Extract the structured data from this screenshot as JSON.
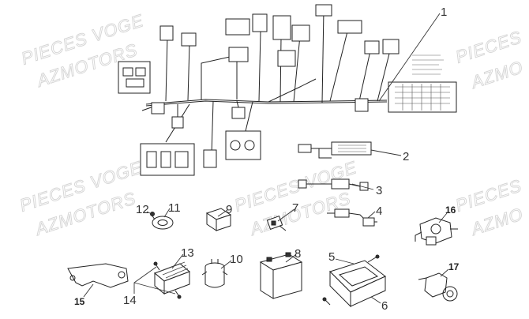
{
  "watermark": {
    "line1": "PIECES VOGE",
    "line2": "AZMOTORS",
    "line2_alt": "AZMO",
    "line1_alt": "PIECES"
  },
  "callouts": [
    {
      "id": "1",
      "bold": false
    },
    {
      "id": "2",
      "bold": false
    },
    {
      "id": "3",
      "bold": false
    },
    {
      "id": "4",
      "bold": false
    },
    {
      "id": "5",
      "bold": false
    },
    {
      "id": "6",
      "bold": false
    },
    {
      "id": "7",
      "bold": false
    },
    {
      "id": "8",
      "bold": false
    },
    {
      "id": "9",
      "bold": false
    },
    {
      "id": "10",
      "bold": false
    },
    {
      "id": "11",
      "bold": false
    },
    {
      "id": "12",
      "bold": false
    },
    {
      "id": "13",
      "bold": false
    },
    {
      "id": "14",
      "bold": false
    },
    {
      "id": "15",
      "bold": true
    },
    {
      "id": "16",
      "bold": true
    },
    {
      "id": "17",
      "bold": true
    }
  ],
  "parts": [
    "main-wiring-harness",
    "sub-harness-2",
    "sub-harness-3",
    "cable-4",
    "ecu-5",
    "screw-6",
    "sensor-7",
    "battery-8",
    "relay-9",
    "starter-relay-10",
    "horn-11",
    "bolt-12",
    "regulator-13",
    "screw-14",
    "bracket-15",
    "switch-16",
    "sensor-17"
  ]
}
